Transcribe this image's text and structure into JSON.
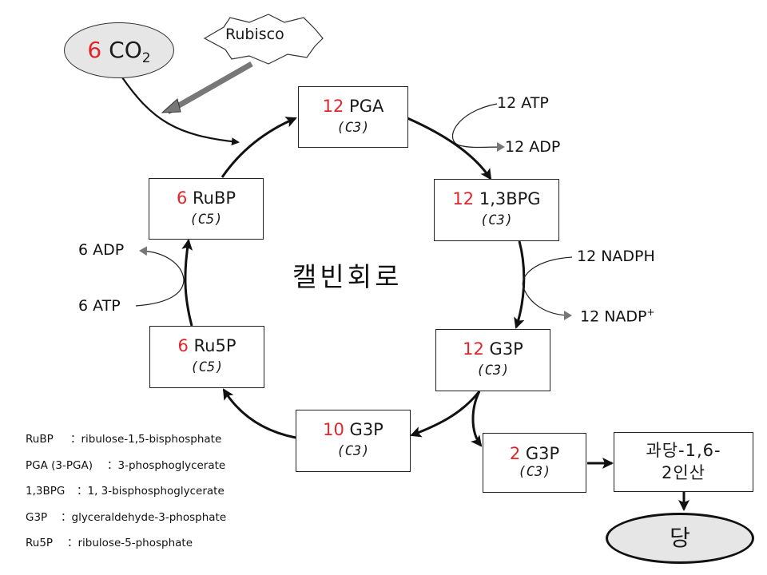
{
  "title": "캘빈회로",
  "input": {
    "count": "6",
    "molecule": "CO",
    "subscript": "2"
  },
  "enzyme": "Rubisco",
  "nodes": [
    {
      "id": "pga",
      "count": "12",
      "name": "PGA",
      "carbon": "(C3)"
    },
    {
      "id": "bpg",
      "count": "12",
      "name": "1,3BPG",
      "carbon": "(C3)"
    },
    {
      "id": "g3p12",
      "count": "12",
      "name": "G3P",
      "carbon": "(C3)"
    },
    {
      "id": "g3p10",
      "count": "10",
      "name": "G3P",
      "carbon": "(C3)"
    },
    {
      "id": "ru5p",
      "count": "6",
      "name": "Ru5P",
      "carbon": "(C5)"
    },
    {
      "id": "rubp",
      "count": "6",
      "name": "RuBP",
      "carbon": "(C5)"
    },
    {
      "id": "g3p2",
      "count": "2",
      "name": "G3P",
      "carbon": "(C3)"
    }
  ],
  "cofactors": {
    "atp12": "12 ATP",
    "adp12": "12 ADP",
    "nadph": "12 NADPH",
    "nadp": "12 NADP",
    "nadp_sup": "+",
    "atp6": "6 ATP",
    "adp6": "6 ADP"
  },
  "products": {
    "fbp_line1": "과당-1,6-",
    "fbp_line2": "2인산",
    "sugar": "당"
  },
  "legend": [
    {
      "abbr": "RuBP",
      "sep": "：",
      "full": "ribulose-1,5-bisphosphate"
    },
    {
      "abbr": "PGA (3-PGA)",
      "sep": "：",
      "full": "3-phosphoglycerate"
    },
    {
      "abbr": "1,3BPG",
      "sep": "：",
      "full": "1, 3-bisphosphoglycerate"
    },
    {
      "abbr": "G3P",
      "sep": "：",
      "full": "glyceraldehyde-3-phosphate"
    },
    {
      "abbr": "Ru5P",
      "sep": "：",
      "full": "ribulose-5-phosphate"
    }
  ],
  "colors": {
    "count": "#e0262a",
    "ellipse_fill": "#e6e6e6",
    "enzyme_arrow": "#777777"
  }
}
